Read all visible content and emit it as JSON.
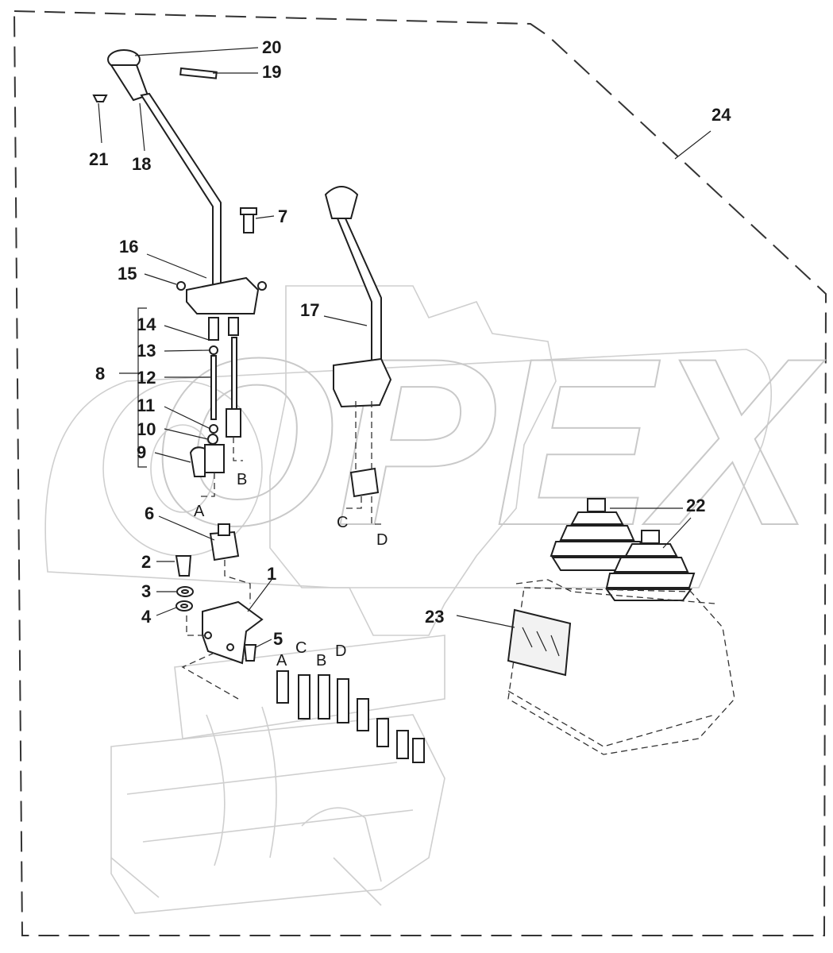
{
  "diagram": {
    "watermark": "OPEX",
    "callouts": [
      {
        "id": "1",
        "label": "1"
      },
      {
        "id": "2",
        "label": "2"
      },
      {
        "id": "3",
        "label": "3"
      },
      {
        "id": "4",
        "label": "4"
      },
      {
        "id": "5",
        "label": "5"
      },
      {
        "id": "6",
        "label": "6"
      },
      {
        "id": "7",
        "label": "7"
      },
      {
        "id": "8",
        "label": "8"
      },
      {
        "id": "9",
        "label": "9"
      },
      {
        "id": "10",
        "label": "10"
      },
      {
        "id": "11",
        "label": "11"
      },
      {
        "id": "12",
        "label": "12"
      },
      {
        "id": "13",
        "label": "13"
      },
      {
        "id": "14",
        "label": "14"
      },
      {
        "id": "15",
        "label": "15"
      },
      {
        "id": "16",
        "label": "16"
      },
      {
        "id": "17",
        "label": "17"
      },
      {
        "id": "18",
        "label": "18"
      },
      {
        "id": "19",
        "label": "19"
      },
      {
        "id": "20",
        "label": "20"
      },
      {
        "id": "21",
        "label": "21"
      },
      {
        "id": "22",
        "label": "22"
      },
      {
        "id": "23",
        "label": "23"
      },
      {
        "id": "24",
        "label": "24"
      }
    ],
    "connection_letters": [
      "A",
      "B",
      "C",
      "D"
    ]
  }
}
